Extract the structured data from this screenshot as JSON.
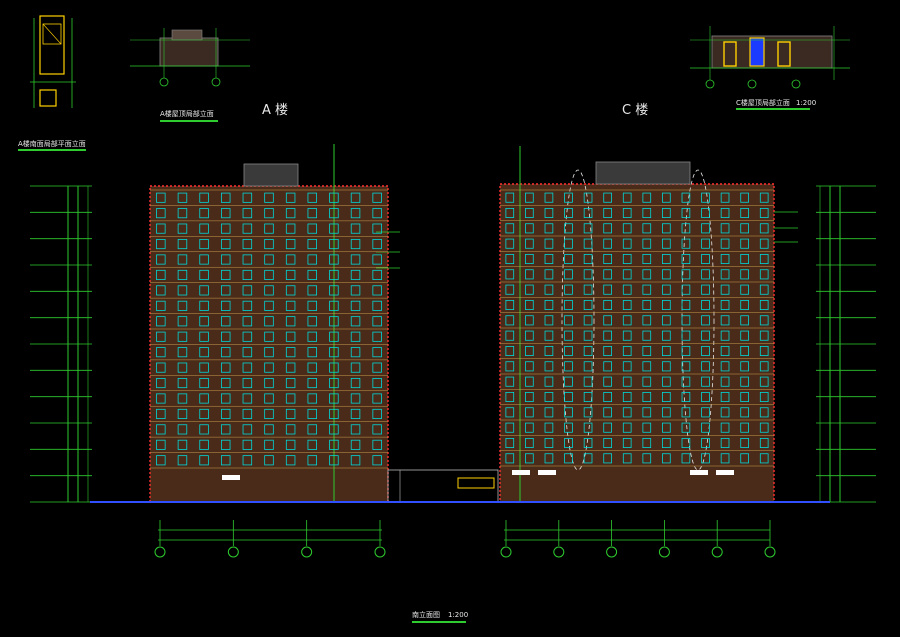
{
  "labels": {
    "building_a": "A 楼",
    "building_c": "C 楼",
    "a_roof_section": "A楼屋顶局部立面",
    "c_roof_section": "C楼屋顶局部立面",
    "c_roof_scale": "1:200",
    "a_partial_elev": "A楼南面局部平面立面",
    "main_title": "南立面图",
    "main_scale": "1:200"
  },
  "colors": {
    "background": "#000000",
    "facade_fill": "#4a2a18",
    "facade_grid": "#c8a050",
    "window": "#00d8d8",
    "dim_line": "#2ecc2e",
    "accent_red": "#ff3030",
    "text": "#e8e8e8",
    "ground": "#3050ff",
    "detail_yellow": "#ffd000"
  },
  "building_a": {
    "floors": 18,
    "window_columns": 11
  },
  "building_c": {
    "floors": 18,
    "window_columns": 14
  },
  "axis_grid_a": {
    "count": 4
  },
  "axis_grid_c": {
    "count": 6
  }
}
